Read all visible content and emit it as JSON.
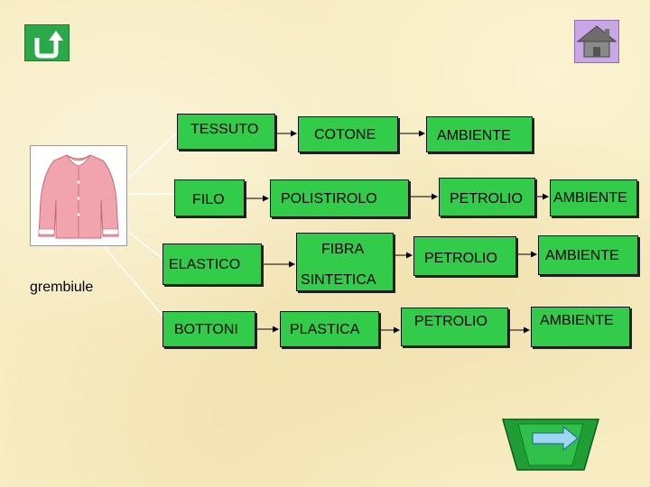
{
  "caption": "grembiule",
  "nodes": {
    "tessuto": "TESSUTO",
    "filo": "FILO",
    "elastico": "ELASTICO",
    "bottoni": "BOTTONI",
    "cotone": "COTONE",
    "polistirolo": "POLISTIROLO",
    "fibra_line1": "FIBRA",
    "fibra_line2": "SINTETICA",
    "plastica": "PLASTICA",
    "ambiente_1": "AMBIENTE",
    "petrolio_2": "PETROLIO",
    "ambiente_2": "AMBIENTE",
    "petrolio_3": "PETROLIO",
    "ambiente_3": "AMBIENTE",
    "petrolio_4": "PETROLIO",
    "ambiente_4": "AMBIENTE"
  },
  "colors": {
    "background": "#f7ecc2",
    "box_green": "#33cc4a",
    "box_yellow": "#fdfdb0",
    "nav_green": "#2aa84a",
    "home_purple": "#c9a6e6"
  },
  "icons": {
    "back": "u-turn-arrow-icon",
    "home": "house-icon",
    "next": "right-arrow-icon"
  }
}
